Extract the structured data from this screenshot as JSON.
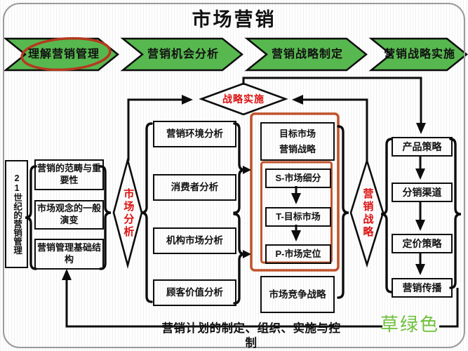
{
  "slide_title": "市场营销",
  "process_arrows": [
    {
      "label": "理解营销管理",
      "highlighted": true
    },
    {
      "label": "营销机会分析",
      "highlighted": false
    },
    {
      "label": "营销战略制定",
      "highlighted": false
    },
    {
      "label": "营销战略实施",
      "highlighted": false
    }
  ],
  "left_group": {
    "side_label": "21世纪的营销管理",
    "boxes": [
      "营销的范畴与重要性",
      "市场观念的一般演变",
      "营销管理基础结构"
    ]
  },
  "diamonds": {
    "strategy_implementation": "战略实施",
    "market_analysis": "市场分析",
    "marketing_strategy": "营销战略"
  },
  "analysis_boxes": [
    "营销环境分析",
    "消费者分析",
    "机构市场分析",
    "顾客价值分析"
  ],
  "target_marketing_group": {
    "header_line1": "目标市场",
    "header_line2": "营销战略",
    "stp_boxes": [
      "S-市场细分",
      "T-目标市场",
      "P-市场定位"
    ],
    "competition_box": "市场竞争战略"
  },
  "mix_boxes": [
    "产品策略",
    "分销渠道",
    "定价策略",
    "营销传播"
  ],
  "bottom_banner": "营销计划的制定、组织、实施与控制",
  "watermark": "草绿色",
  "colors": {
    "arrow_green": "#58b850",
    "diamond_text_red": "#dd1111",
    "highlight_ellipse_red": "#b5391f",
    "stp_frame_orange": "#c0532c",
    "watermark_green": "#6fc13c",
    "frame_gray": "#9a9a9a"
  }
}
